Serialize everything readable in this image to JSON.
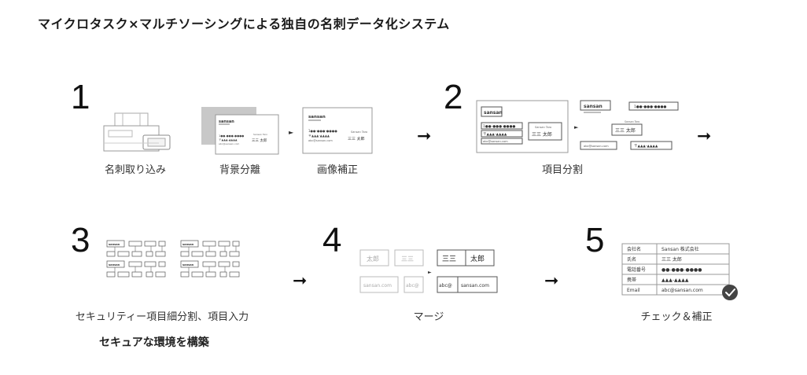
{
  "title": "マイクロタスク×マルチソーシングによる独自の名刺データ化システム",
  "steps": {
    "s1": {
      "number": "1",
      "captions": [
        "名刺取り込み",
        "背景分離",
        "画像補正"
      ]
    },
    "s2": {
      "number": "2",
      "caption": "項目分割"
    },
    "s3": {
      "number": "3",
      "caption": "セキュリティー項目細分割、項目入力",
      "sub": "セキュアな環境を構築"
    },
    "s4": {
      "number": "4",
      "caption": "マージ"
    },
    "s5": {
      "number": "5",
      "caption": "チェック＆補正"
    }
  },
  "card": {
    "brand": "sansan",
    "phone": "1●●-●●●-●●●●",
    "phone_short": "1●●-●●●-●●●●",
    "address": "〒▲▲▲-▲▲▲▲",
    "email": "abc@sansan.com",
    "romaji": "Sansan Taro",
    "name": "三三 太郎",
    "name_sur": "三三",
    "name_given": "太郎",
    "domain": "sansan.com",
    "email_part": "abc@"
  },
  "table": {
    "rows": [
      {
        "label": "会社名",
        "value": "Sansan 株式会社"
      },
      {
        "label": "氏名",
        "value": "三三 太郎"
      },
      {
        "label": "電話番号",
        "value": "●●-●●●-●●●●"
      },
      {
        "label": "携帯",
        "value": "▲▲▲-▲▲▲▲"
      },
      {
        "label": "Email",
        "value": "abc@sansan.com"
      }
    ]
  }
}
